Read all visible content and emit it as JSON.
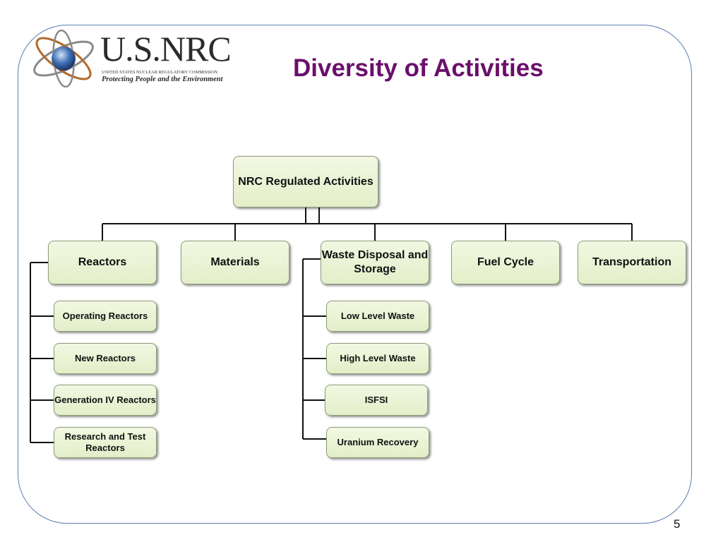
{
  "header": {
    "logo_main": "U.S.NRC",
    "logo_sub": "UNITED STATES NUCLEAR REGULATORY COMMISSION",
    "logo_tagline": "Protecting People and the Environment",
    "title": "Diversity of Activities"
  },
  "diagram": {
    "root": "NRC Regulated Activities",
    "categories": [
      "Reactors",
      "Materials",
      "Waste Disposal and Storage",
      "Fuel Cycle",
      "Transportation"
    ],
    "reactors_children": [
      "Operating Reactors",
      "New Reactors",
      "Generation IV Reactors",
      "Research and Test Reactors"
    ],
    "waste_children": [
      "Low Level Waste",
      "High Level Waste",
      "ISFSI",
      "Uranium Recovery"
    ]
  },
  "colors": {
    "title": "#6b0f6b",
    "box_fill": "#e8f1d4",
    "frame": "#5a7fae"
  },
  "footer": {
    "page_number": "5"
  }
}
